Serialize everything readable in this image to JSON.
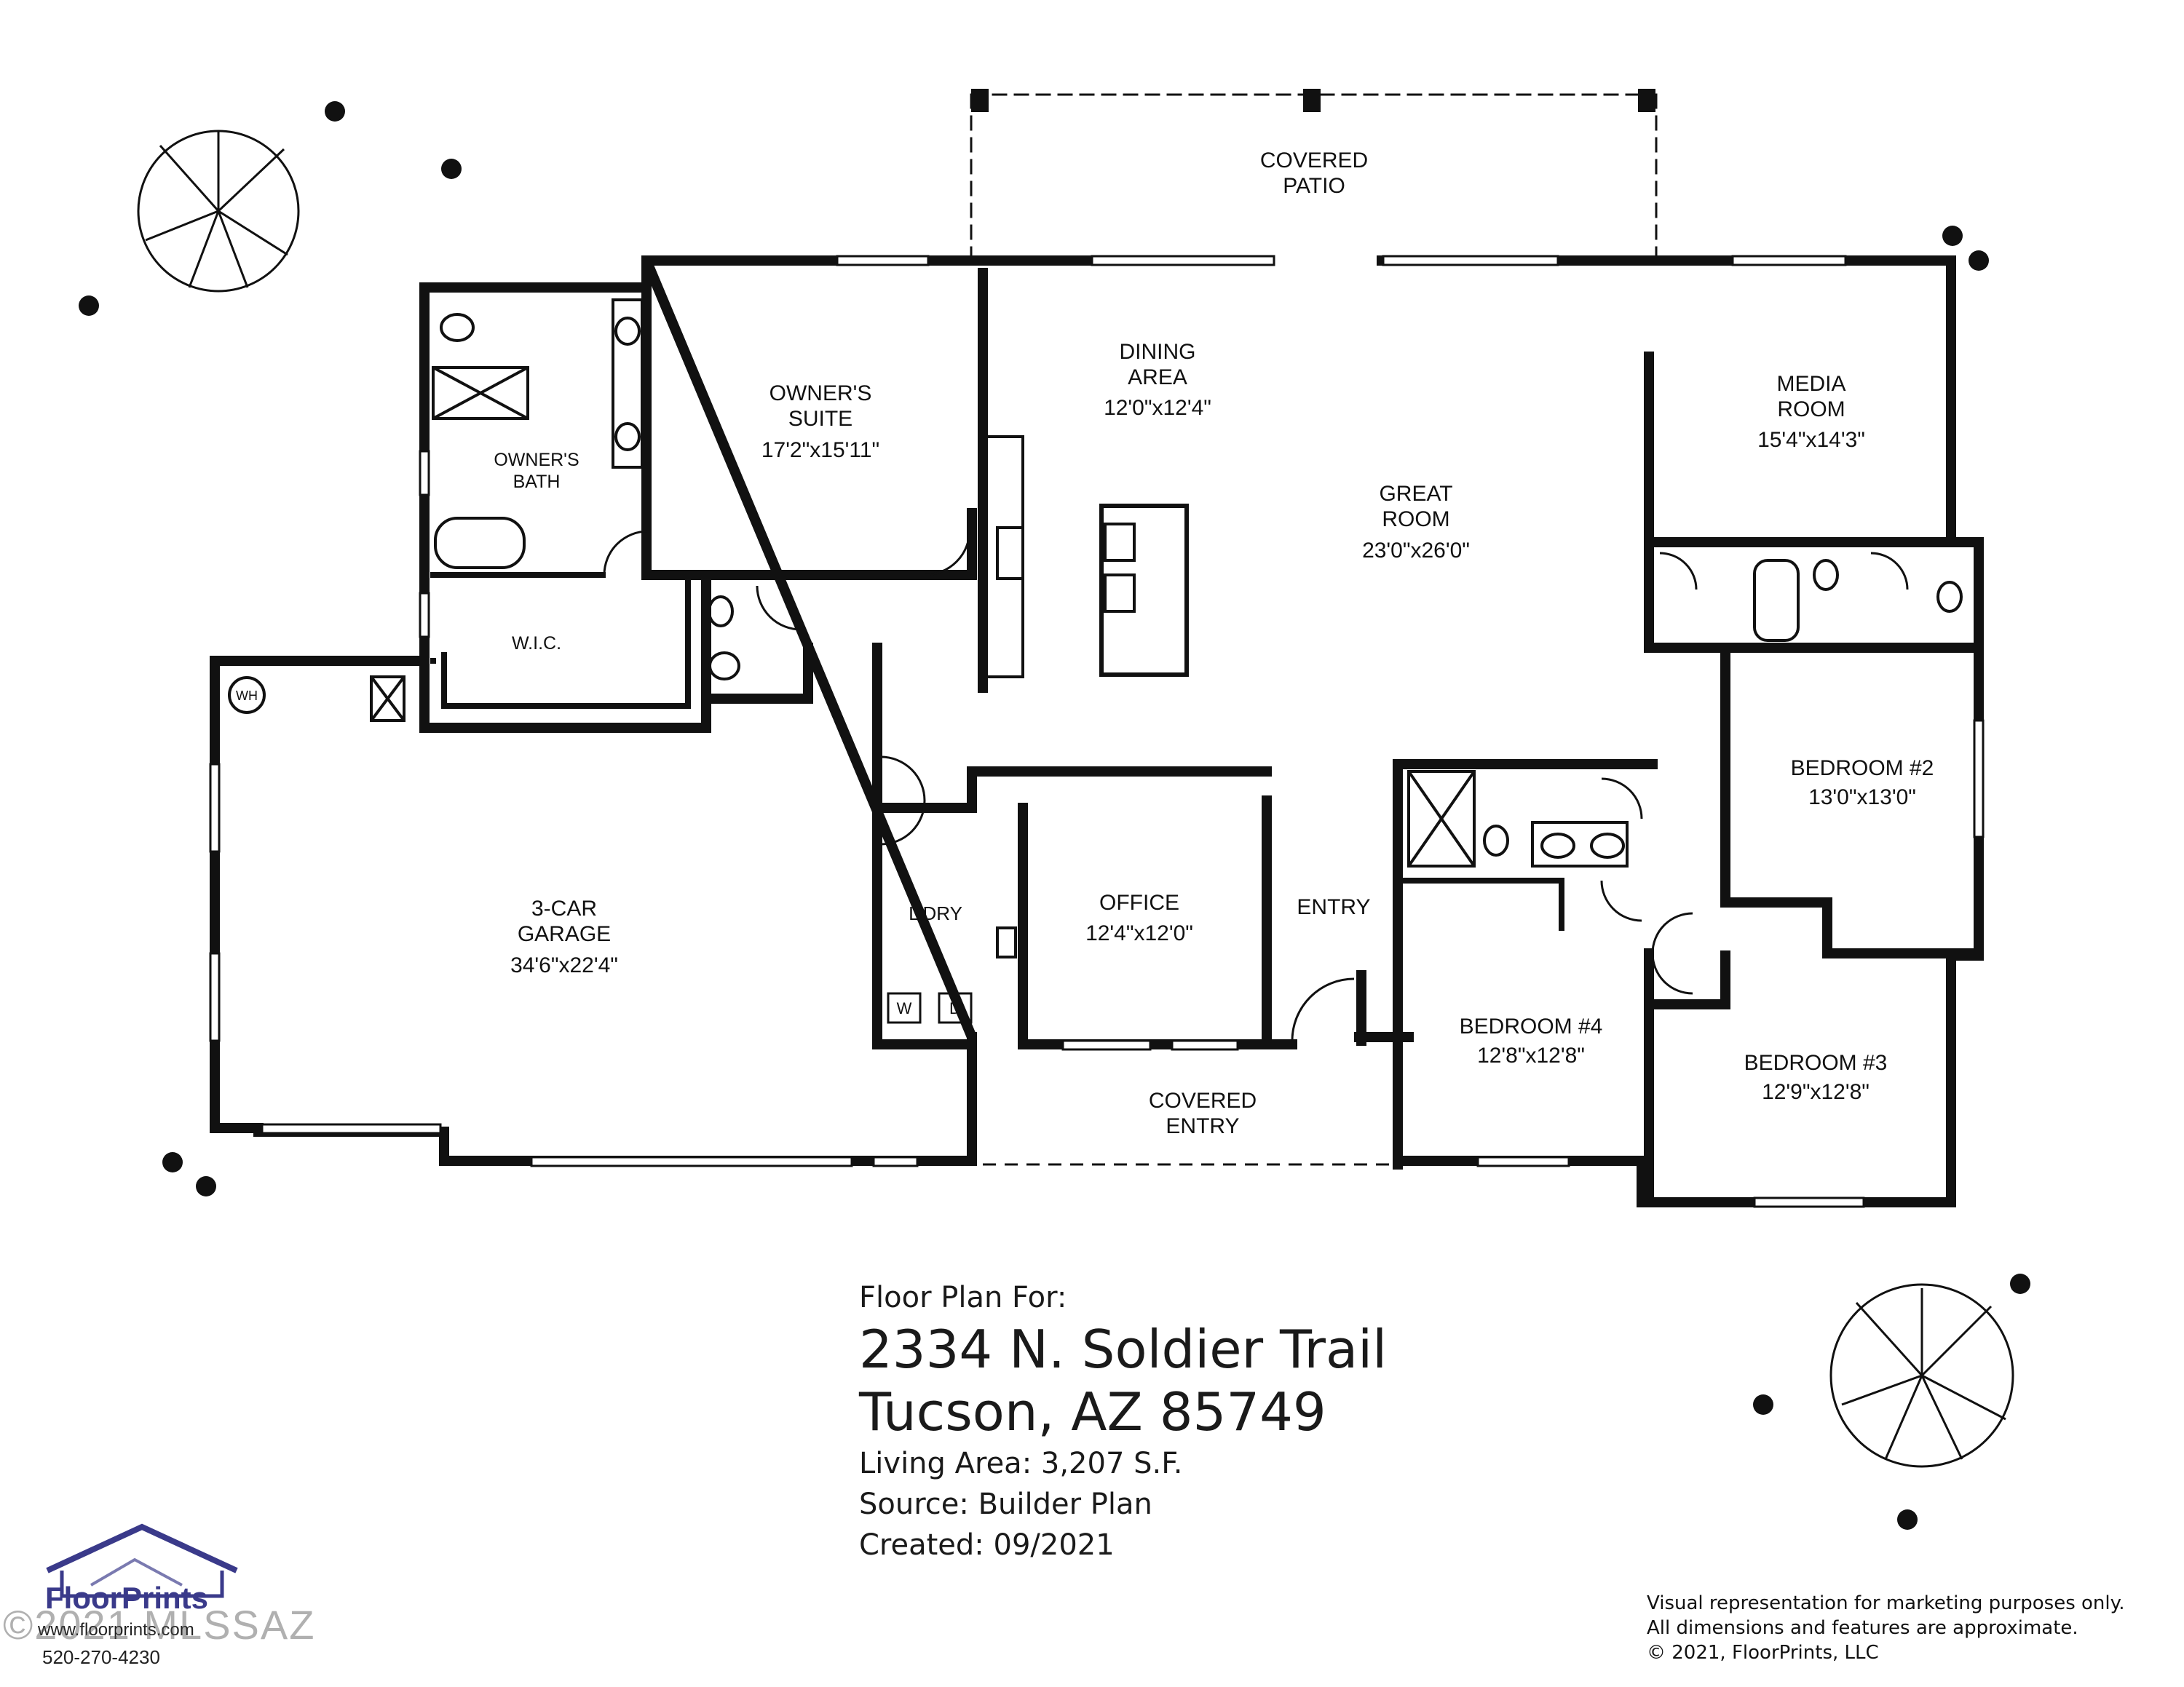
{
  "rooms": {
    "covered_patio": {
      "name1": "COVERED",
      "name2": "PATIO"
    },
    "dining": {
      "name1": "DINING",
      "name2": "AREA",
      "dim": "12'0\"x12'4\""
    },
    "owners_suite": {
      "name1": "OWNER'S",
      "name2": "SUITE",
      "dim": "17'2\"x15'11\""
    },
    "owners_bath": {
      "name1": "OWNER'S",
      "name2": "BATH"
    },
    "wic": {
      "name": "W.I.C."
    },
    "great_room": {
      "name1": "GREAT",
      "name2": "ROOM",
      "dim": "23'0\"x26'0\""
    },
    "media_room": {
      "name1": "MEDIA",
      "name2": "ROOM",
      "dim": "15'4\"x14'3\""
    },
    "bedroom2": {
      "name": "BEDROOM #2",
      "dim": "13'0\"x13'0\""
    },
    "bedroom3": {
      "name": "BEDROOM #3",
      "dim": "12'9\"x12'8\""
    },
    "bedroom4": {
      "name": "BEDROOM #4",
      "dim": "12'8\"x12'8\""
    },
    "office": {
      "name": "OFFICE",
      "dim": "12'4\"x12'0\""
    },
    "laundry": {
      "name": "L'DRY",
      "washer": "W",
      "dryer": "D"
    },
    "entry": {
      "name": "ENTRY"
    },
    "covered_entry": {
      "name1": "COVERED",
      "name2": "ENTRY"
    },
    "garage": {
      "name1": "3-CAR",
      "name2": "GARAGE",
      "dim": "34'6\"x22'4\"",
      "water_heater": "WH"
    }
  },
  "info": {
    "label": "Floor Plan For:",
    "address1": "2334 N. Soldier Trail",
    "address2": "Tucson, AZ  85749",
    "living_area": "Living Area:  3,207 S.F.",
    "source": "Source:  Builder Plan",
    "created": "Created:  09/2021"
  },
  "disclaimer": {
    "line1": "Visual representation for marketing purposes only.",
    "line2": "All dimensions and features are approximate.",
    "line3": "© 2021, FloorPrints, LLC"
  },
  "logo": {
    "name": "FloorPrints",
    "website": "www.floorprints.com",
    "phone": "520-270-4230"
  },
  "watermark": "©2021 MLSSAZ",
  "colors": {
    "wall": "#111111",
    "logo": "#3a3a8a",
    "background": "#ffffff"
  }
}
